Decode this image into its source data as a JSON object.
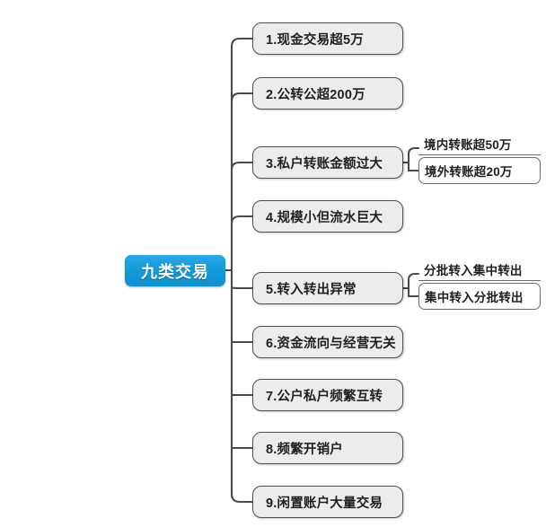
{
  "diagram": {
    "type": "mind-map",
    "title": "九类交易",
    "root": {
      "label": "九类交易",
      "color": "#129ad8",
      "text_color": "#ffffff"
    },
    "node_style": {
      "fill": "#ececec",
      "border": "#4f4f4f",
      "text_color": "#1f1f1f"
    },
    "branches": [
      {
        "index": "1",
        "label": "1.现金交易超5万",
        "sub_items": []
      },
      {
        "index": "2",
        "label": "2.公转公超200万",
        "sub_items": []
      },
      {
        "index": "3",
        "label": "3.私户转账金额过大",
        "sub_items": [
          {
            "label": "境内转账超50万",
            "style": "underline"
          },
          {
            "label": "境外转账超20万",
            "style": "box"
          }
        ]
      },
      {
        "index": "4",
        "label": "4.规模小但流水巨大",
        "sub_items": []
      },
      {
        "index": "5",
        "label": "5.转入转出异常",
        "sub_items": [
          {
            "label": "分批转入集中转出",
            "style": "underline"
          },
          {
            "label": "集中转入分批转出",
            "style": "box"
          }
        ]
      },
      {
        "index": "6",
        "label": "6.资金流向与经营无关",
        "sub_items": []
      },
      {
        "index": "7",
        "label": "7.公户私户频繁互转",
        "sub_items": []
      },
      {
        "index": "8",
        "label": "8.频繁开销户",
        "sub_items": []
      },
      {
        "index": "9",
        "label": "9.闲置账户大量交易",
        "sub_items": []
      }
    ]
  }
}
